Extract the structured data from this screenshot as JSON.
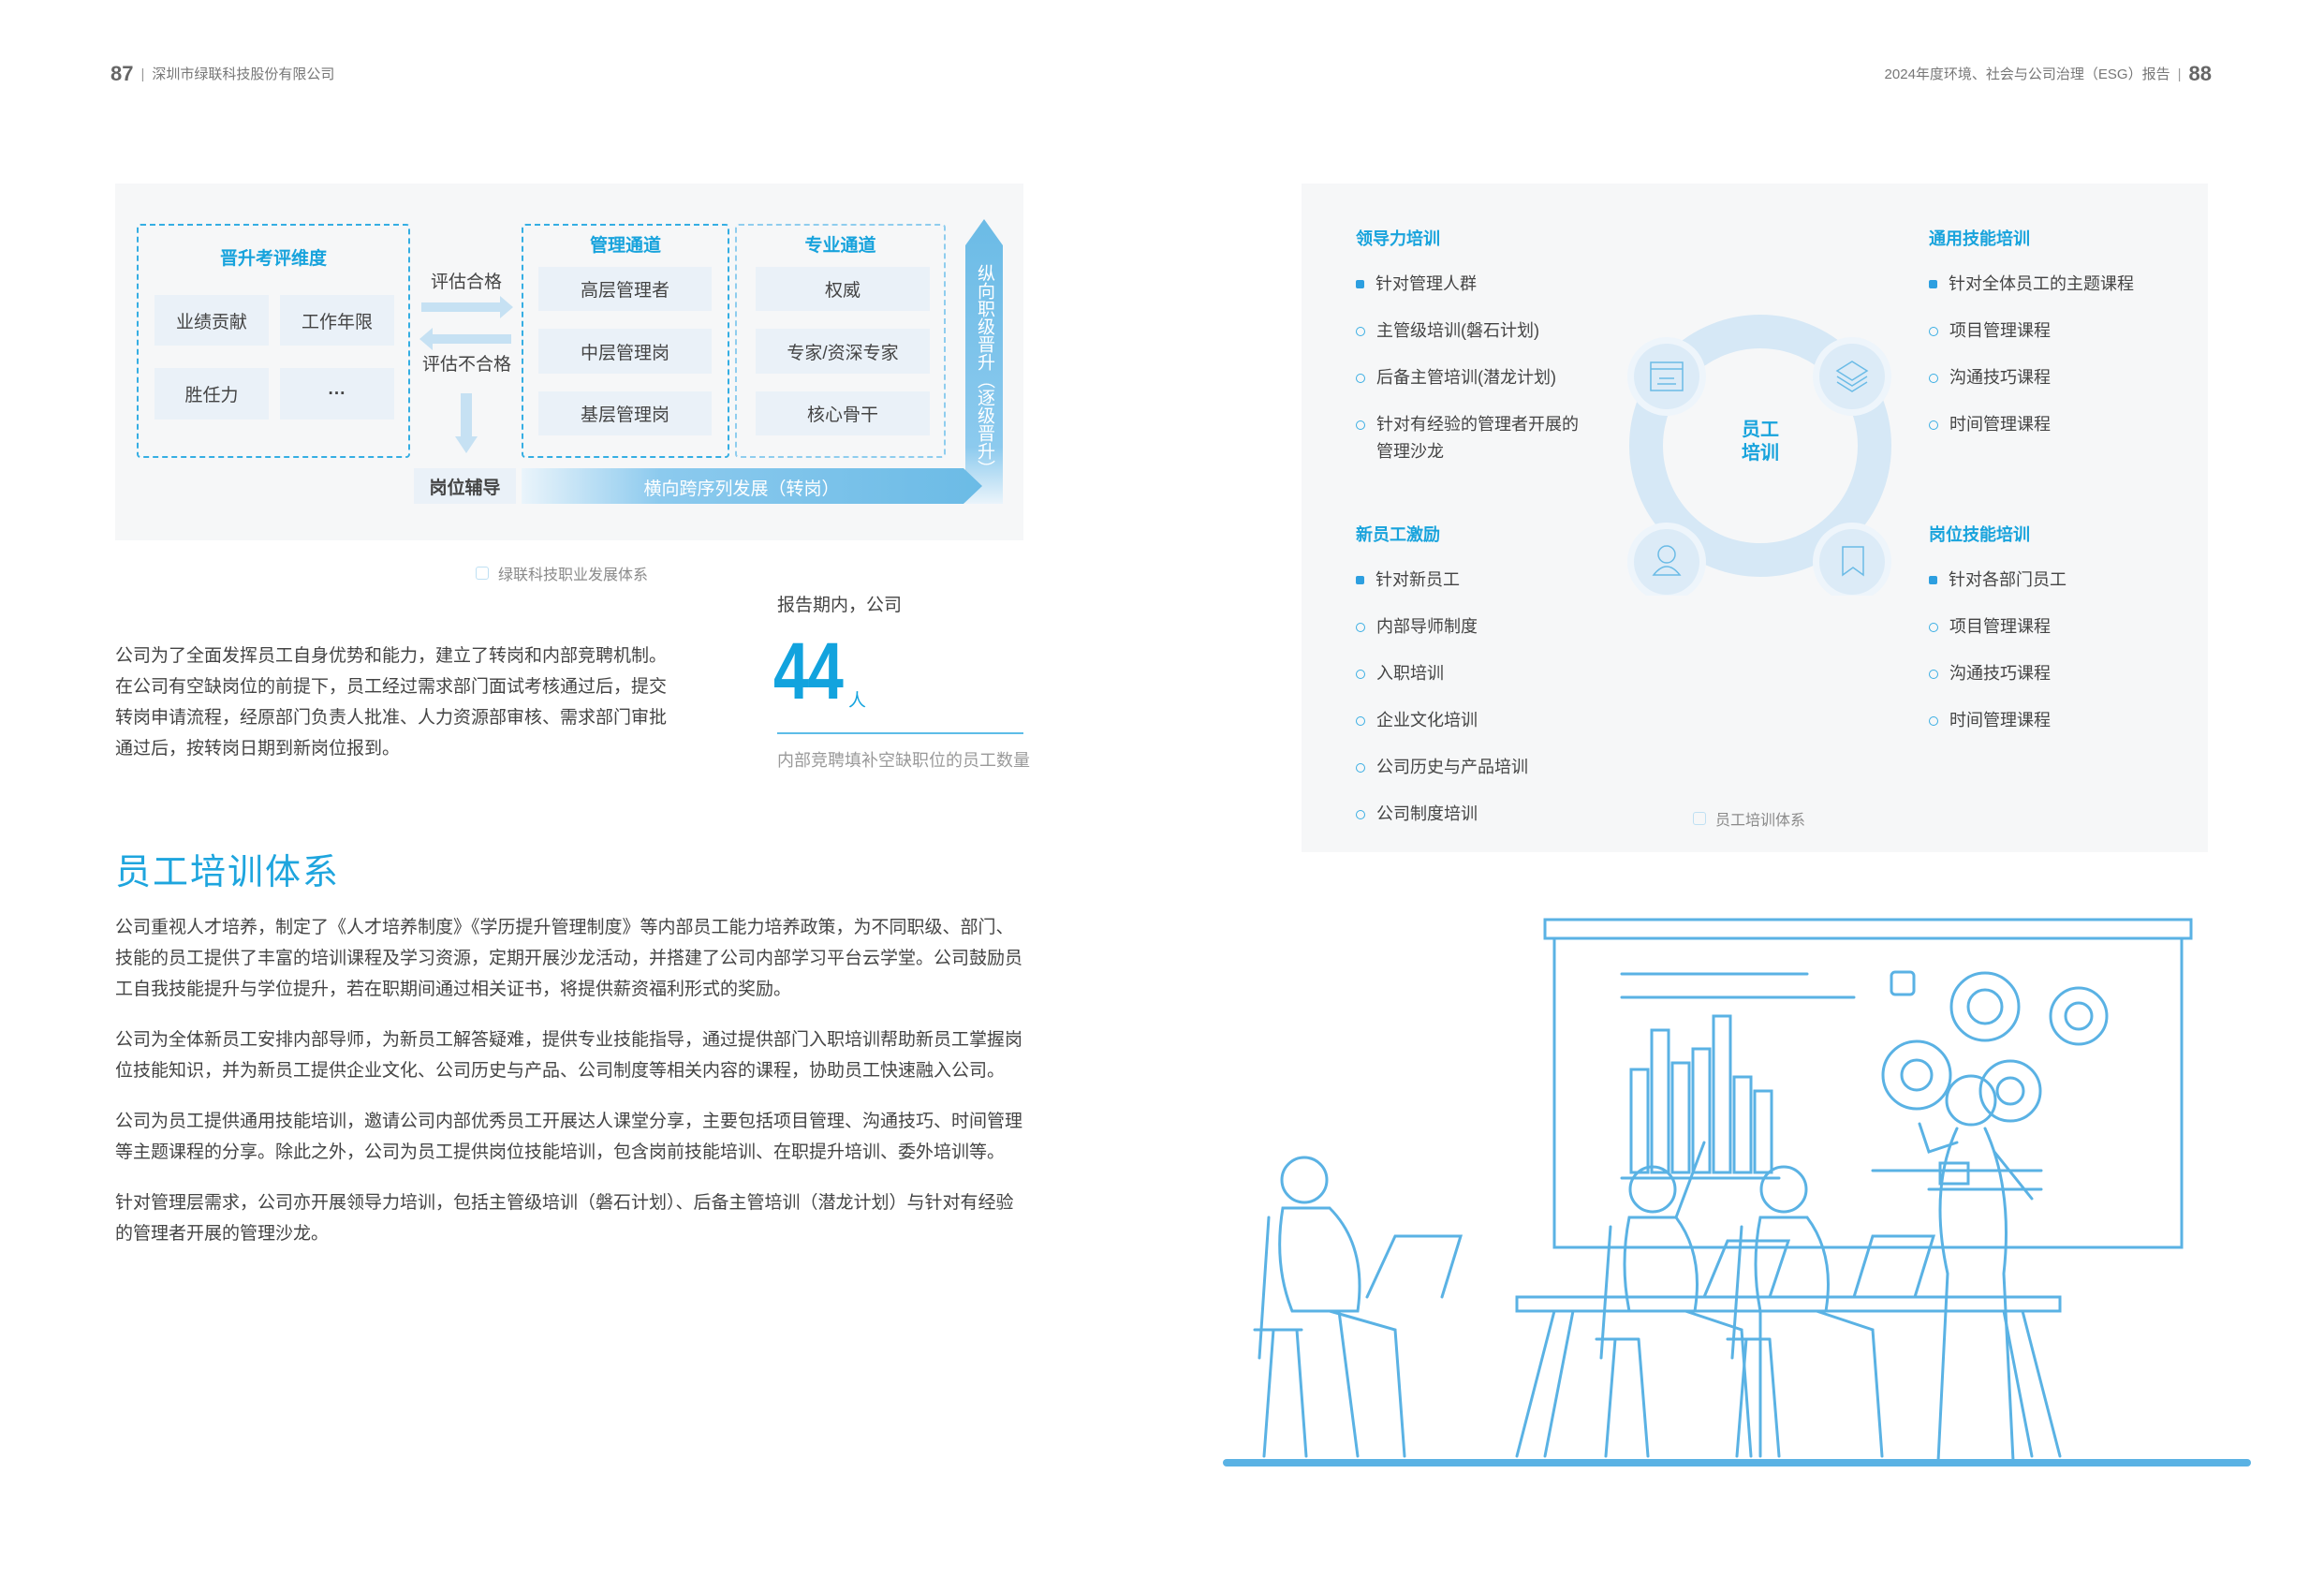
{
  "header": {
    "left_page": "87",
    "left_company": "深圳市绿联科技股份有限公司",
    "right_title": "2024年度环境、社会与公司治理（ESG）报告",
    "right_page": "88"
  },
  "career": {
    "eval_title": "晋升考评维度",
    "eval_items": [
      "业绩贡献",
      "工作年限",
      "胜任力",
      "···"
    ],
    "pass": "评估合格",
    "fail": "评估不合格",
    "coaching": "岗位辅导",
    "mgmt_title": "管理通道",
    "mgmt_items": [
      "高层管理者",
      "中层管理岗",
      "基层管理岗"
    ],
    "pro_title": "专业通道",
    "pro_items": [
      "权威",
      "专家/资深专家",
      "核心骨干"
    ],
    "horizontal": "横向跨序列发展（转岗）",
    "vertical": "纵向职级晋升（逐级晋升）",
    "caption": "绿联科技职业发展体系"
  },
  "intro": {
    "lines": [
      "公司为了全面发挥员工自身优势和能力，建立了转岗和内部竞聘机制。",
      "在公司有空缺岗位的前提下，员工经过需求部门面试考核通过后，提交",
      "转岗申请流程，经原部门负责人批准、人力资源部审核、需求部门审批",
      "通过后，按转岗日期到新岗位报到。"
    ]
  },
  "stat": {
    "lead": "报告期内，公司",
    "value": "44",
    "unit": "人",
    "desc": "内部竞聘填补空缺职位的员工数量",
    "accent": "#12a3de"
  },
  "section": {
    "title": "员工培训体系",
    "paragraphs": [
      [
        "公司重视人才培养，制定了《人才培养制度》《学历提升管理制度》等内部员工能力培养政策，为不同职级、部门、",
        "技能的员工提供了丰富的培训课程及学习资源，定期开展沙龙活动，并搭建了公司内部学习平台云学堂。公司鼓励员",
        "工自我技能提升与学位提升，若在职期间通过相关证书，将提供薪资福利形式的奖励。"
      ],
      [
        "公司为全体新员工安排内部导师，为新员工解答疑难，提供专业技能指导，通过提供部门入职培训帮助新员工掌握岗",
        "位技能知识，并为新员工提供企业文化、公司历史与产品、公司制度等相关内容的课程，协助员工快速融入公司。"
      ],
      [
        "公司为员工提供通用技能培训，邀请公司内部优秀员工开展达人课堂分享，主要包括项目管理、沟通技巧、时间管理",
        "等主题课程的分享。除此之外，公司为员工提供岗位技能培训，包含岗前技能培训、在职提升培训、委外培训等。"
      ],
      [
        "针对管理层需求，公司亦开展领导力培训，包括主管级培训（磐石计划）、后备主管培训（潜龙计划）与针对有经验",
        "的管理者开展的管理沙龙。"
      ]
    ]
  },
  "training": {
    "center": [
      "员工",
      "培训"
    ],
    "caption": "员工培训体系",
    "groups": [
      {
        "title": "领导力培训",
        "items": [
          "针对管理人群",
          "主管级培训(磐石计划)",
          "后备主管培训(潜龙计划)",
          "针对有经验的管理者开展的",
          "管理沙龙"
        ]
      },
      {
        "title": "新员工激励",
        "items": [
          "针对新员工",
          "内部导师制度",
          "入职培训",
          "企业文化培训",
          "公司历史与产品培训",
          "公司制度培训"
        ]
      },
      {
        "title": "通用技能培训",
        "items": [
          "针对全体员工的主题课程",
          "项目管理课程",
          "沟通技巧课程",
          "时间管理课程"
        ]
      },
      {
        "title": "岗位技能培训",
        "items": [
          "针对各部门员工",
          "项目管理课程",
          "沟通技巧课程",
          "时间管理课程"
        ]
      }
    ]
  }
}
